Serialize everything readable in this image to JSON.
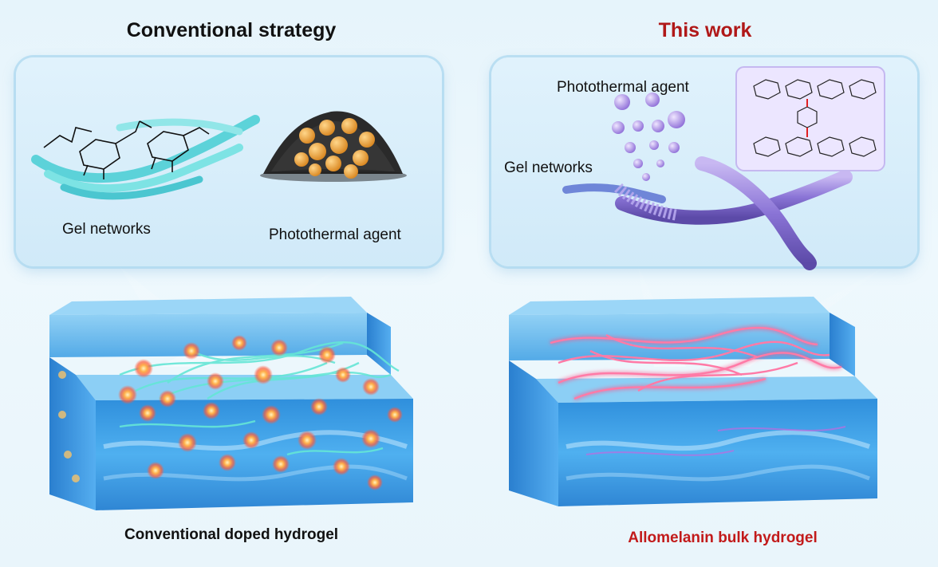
{
  "left": {
    "title": "Conventional strategy",
    "label_gel": "Gel networks",
    "label_agent": "Photothermal agent",
    "caption": "Conventional doped hydrogel"
  },
  "right": {
    "title": "This work",
    "label_agent": "Photothermal agent",
    "label_gel": "Gel networks",
    "caption": "Allomelanin bulk hydrogel"
  },
  "colors": {
    "left_title": "#111111",
    "right_title": "#b01818",
    "right_caption": "#c21a1a",
    "fiber_cyan": "#5fe0d2",
    "fiber_pink": "#ff5f8f",
    "particle_orange": "#f0a23a",
    "particle_purple": "#a990e0",
    "hydrogel_blue": "#4aa6e8"
  }
}
